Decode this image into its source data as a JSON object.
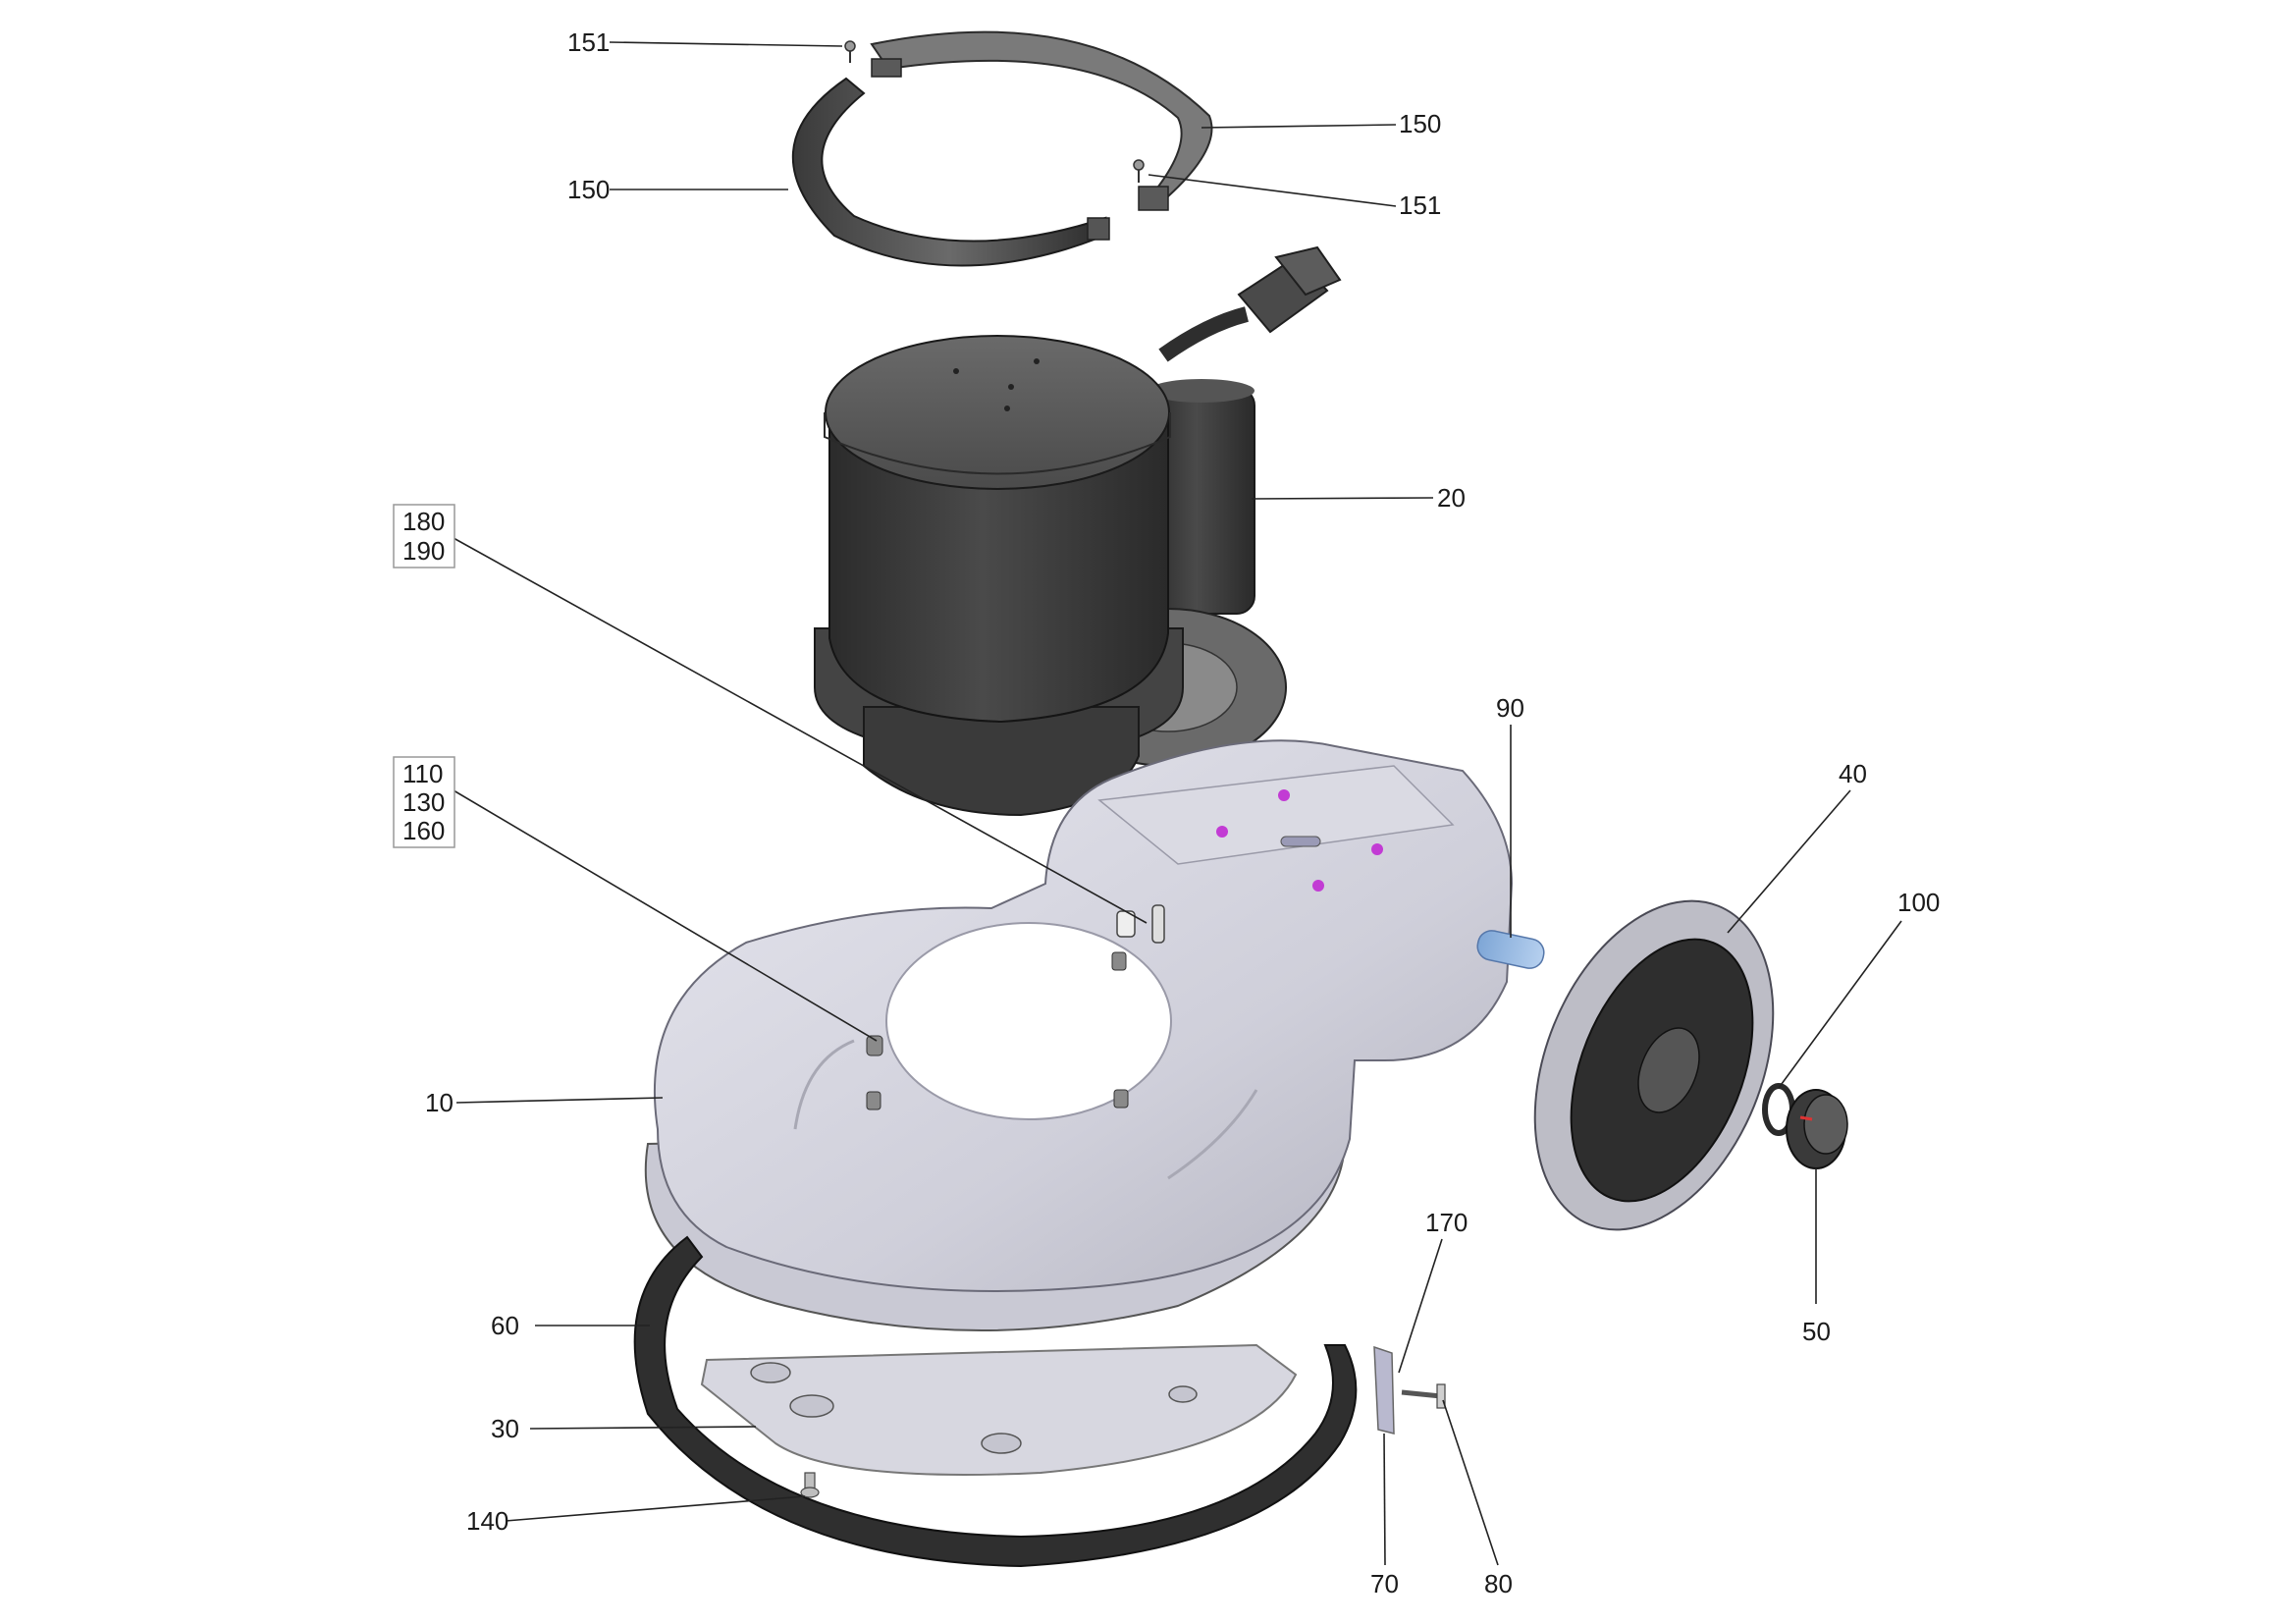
{
  "diagram": {
    "callouts": {
      "c151_top": "151",
      "c150_right": "150",
      "c150_left": "150",
      "c151_right": "151",
      "c20": "20",
      "c180": "180",
      "c190": "190",
      "c110": "110",
      "c130": "130",
      "c160": "160",
      "c90": "90",
      "c40": "40",
      "c100": "100",
      "c10": "10",
      "c170": "170",
      "c50": "50",
      "c60": "60",
      "c30": "30",
      "c140": "140",
      "c70": "70",
      "c80": "80"
    },
    "colors": {
      "housing": "#d6d6e0",
      "housing_dark": "#a9a9b6",
      "motor": "#3c3c3c",
      "motor_top": "#5a5a5a",
      "ring": "#4a4a4a",
      "axle": "#8fb4e0",
      "holes": "#c23bd4",
      "wheel_tire": "#bdbdc6",
      "wheel_hub": "#2e2e2e"
    }
  }
}
